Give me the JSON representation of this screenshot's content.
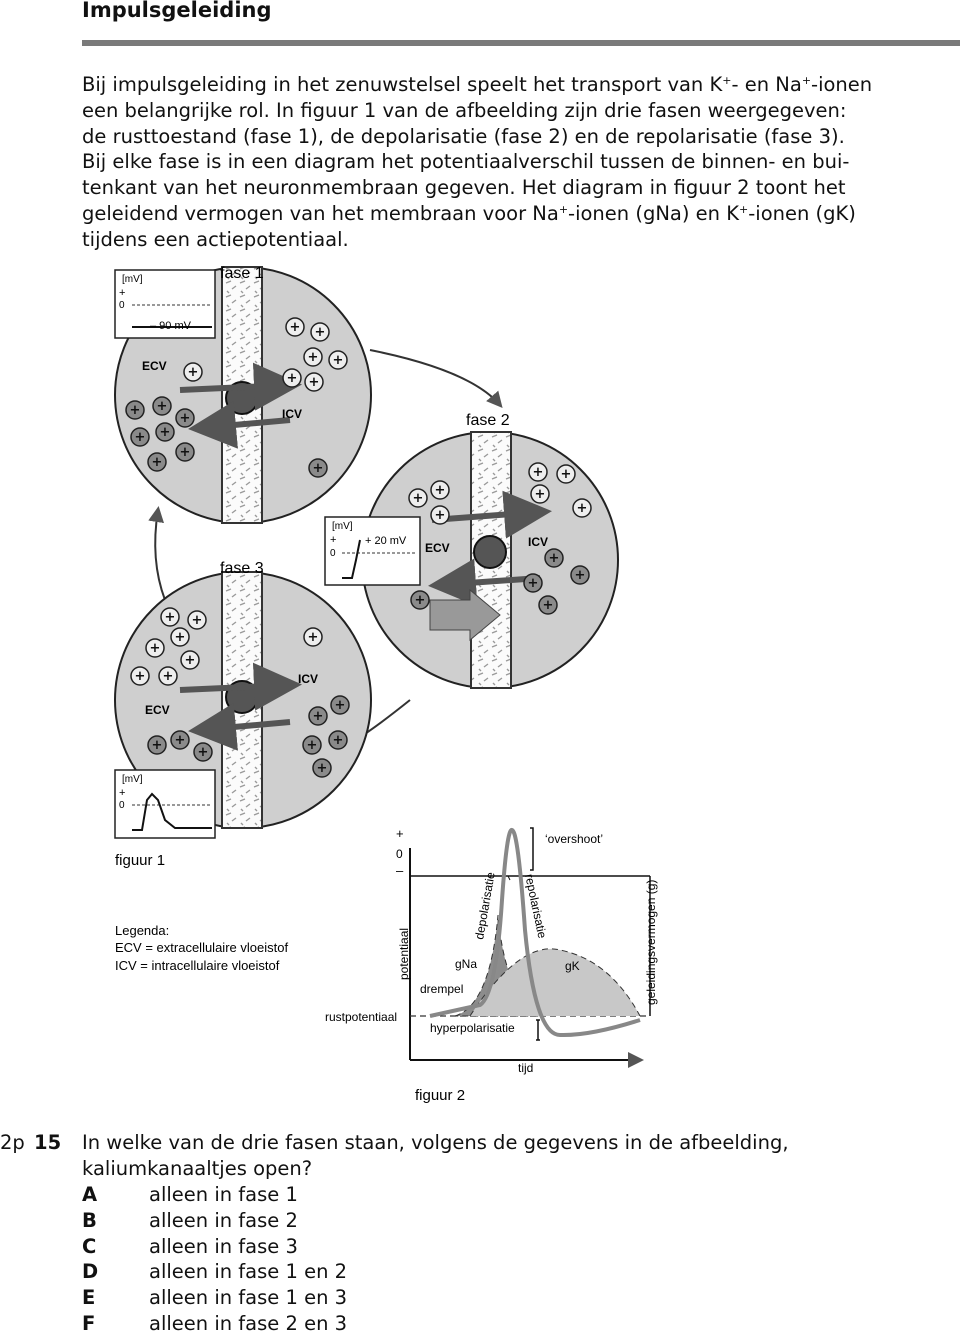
{
  "header": {
    "title": "Impulsgeleiding"
  },
  "intro": {
    "lines": [
      [
        "Bij impulsgeleiding in het zenuwstelsel speelt het transport van K",
        "+",
        "- en Na",
        "+",
        "-ionen"
      ],
      [
        "een belangrijke rol. In figuur 1 van de afbeelding zijn drie fasen weergegeven:"
      ],
      [
        "de rusttoestand (fase 1), de depolarisatie (fase 2) en de repolarisatie (fase 3)."
      ],
      [
        "Bij elke fase is in een diagram het potentiaalverschil tussen de binnen- en bui-"
      ],
      [
        "tenkant van het neuronmembraan gegeven. Het diagram in figuur 2 toont het"
      ],
      [
        "geleidend vermogen van het membraan voor Na",
        "+",
        "-ionen (gNa) en K",
        "+",
        "-ionen (gK)"
      ],
      [
        "tijdens een actiepotentiaal."
      ]
    ]
  },
  "figure1": {
    "phase1_label": "fase 1",
    "phase2_label": "fase 2",
    "phase3_label": "fase 3",
    "ecv": "ECV",
    "icv": "ICV",
    "mv_unit": "[mV]",
    "plus": "+",
    "zero": "0",
    "minus": "–",
    "rest_value": "– 90 mV",
    "peak_value": "+ 20 mV",
    "caption": "figuur 1",
    "legend_title": "Legenda:",
    "legend_ecv": "ECV = extracellulaire vloeistof",
    "legend_icv": "ICV  = intracellulaire vloeistof"
  },
  "figure2": {
    "overshoot": "‘overshoot’",
    "depolarisatie": "depolarisatie",
    "repolarisatie": "repolarisatie",
    "gna": "gNa",
    "gk": "gK",
    "drempel": "drempel",
    "potentiaal": "potentiaal",
    "geleidingsvermogen": "geleidingsvermogen (g)",
    "rustpotentiaal": "rustpotentiaal",
    "hyperpolarisatie": "hyperpolarisatie",
    "tijd": "tijd",
    "plus": "+",
    "zero": "0",
    "minus": "–",
    "caption": "figuur 2"
  },
  "question": {
    "points": "2p",
    "number": "15",
    "stem_line1": "In welke van de drie fasen staan, volgens de gegevens in de afbeelding,",
    "stem_line2": "kaliumkanaaltjes open?",
    "options": [
      {
        "letter": "A",
        "text": "alleen in fase 1"
      },
      {
        "letter": "B",
        "text": "alleen in fase 2"
      },
      {
        "letter": "C",
        "text": "alleen in fase 3"
      },
      {
        "letter": "D",
        "text": "alleen in fase 1 en 2"
      },
      {
        "letter": "E",
        "text": "alleen in fase 1 en 3"
      },
      {
        "letter": "F",
        "text": "alleen in fase 2 en 3"
      }
    ]
  }
}
